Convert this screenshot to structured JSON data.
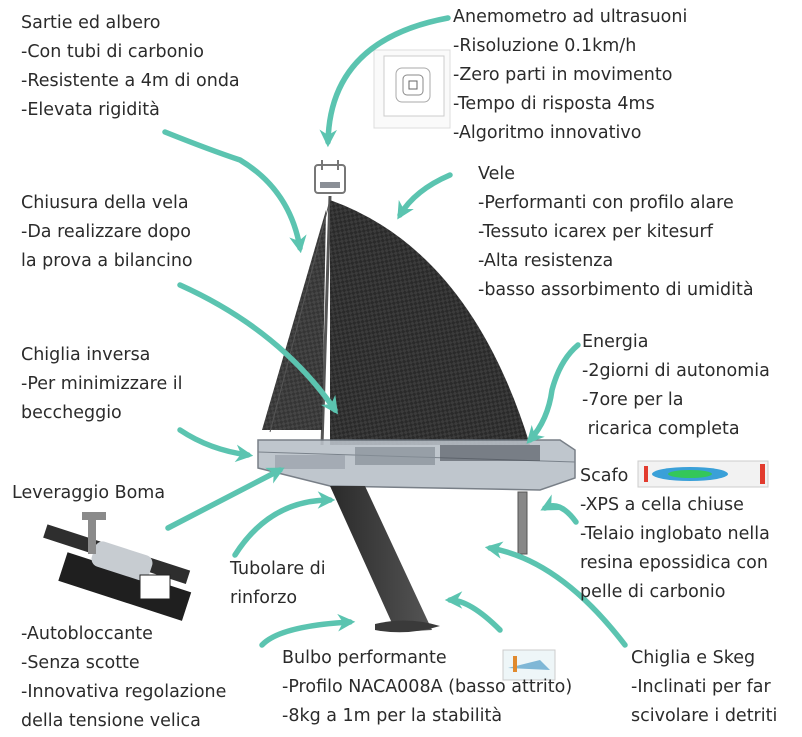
{
  "colors": {
    "accent": "#5bc4b0",
    "sail": "#3a3a3a",
    "hull": "#9aa3ad",
    "text": "#2b2b2b"
  },
  "icons": [
    "anemometer-icon",
    "wind-plot-icon",
    "fluid-sim-thumbnail-icon",
    "bulb-sim-thumbnail-icon",
    "boom-lever-icon"
  ],
  "labels": {
    "sartie": {
      "title": "Sartie ed albero",
      "items": [
        "-Con tubi di carbonio",
        "-Resistente a 4m di onda",
        "-Elevata rigidità"
      ]
    },
    "anemometro": {
      "title": "Anemometro ad ultrasuoni",
      "items": [
        "-Risoluzione 0.1km/h",
        "-Zero parti in movimento",
        "-Tempo di risposta 4ms",
        "-Algoritmo innovativo"
      ]
    },
    "chiusura": {
      "title": "Chiusura della vela",
      "items": [
        "-Da realizzare dopo",
        "la prova a bilancino"
      ]
    },
    "vele": {
      "title": "Vele",
      "items": [
        "-Performanti con profilo alare",
        "-Tessuto icarex per kitesurf",
        "-Alta resistenza",
        "-basso assorbimento di umidità"
      ]
    },
    "chiglia_inversa": {
      "title": "Chiglia inversa",
      "items": [
        "-Per minimizzare il",
        "beccheggio"
      ]
    },
    "energia": {
      "title": "Energia",
      "items": [
        "-2giorni di autonomia",
        "-7ore per la",
        " ricarica completa"
      ]
    },
    "leveraggio": {
      "title": "Leveraggio Boma"
    },
    "scafo": {
      "title": "Scafo",
      "items": [
        "-XPS a cella chiuse",
        "-Telaio inglobato nella",
        "resina epossidica con",
        "pelle di carbonio"
      ]
    },
    "tubolare": {
      "items": [
        "Tubolare di",
        "rinforzo"
      ]
    },
    "autobloccante": {
      "items": [
        "-Autobloccante",
        "-Senza scotte",
        "-Innovativa regolazione",
        "della tensione velica"
      ]
    },
    "bulbo": {
      "title": "Bulbo performante",
      "items": [
        "-Profilo NACA008A (basso attrito)",
        "-8kg a 1m per la stabilità"
      ]
    },
    "chiglia_skeg": {
      "title": "Chiglia e Skeg",
      "items": [
        "-Inclinati per far",
        "scivolare i detriti"
      ]
    }
  }
}
